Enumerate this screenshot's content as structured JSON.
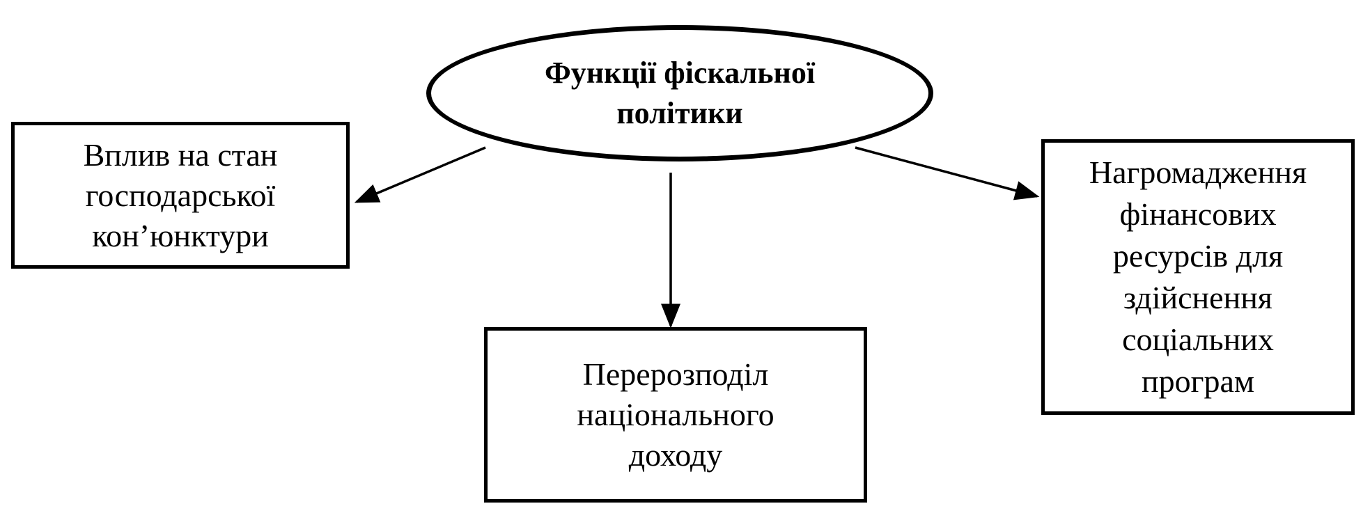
{
  "diagram": {
    "center": {
      "label": "Функції  фіскальної\nполітики"
    },
    "nodes": {
      "left": "Вплив  на  стан\nгосподарської\nкон’юнктури",
      "bottom": "Перерозподіл\nнаціонального\nдоходу",
      "right": "Нагромадження\nфінансових\nресурсів  для\nздійснення\nсоціальних\nпрограм"
    },
    "colors": {
      "stroke": "#000000",
      "background": "#ffffff"
    }
  }
}
